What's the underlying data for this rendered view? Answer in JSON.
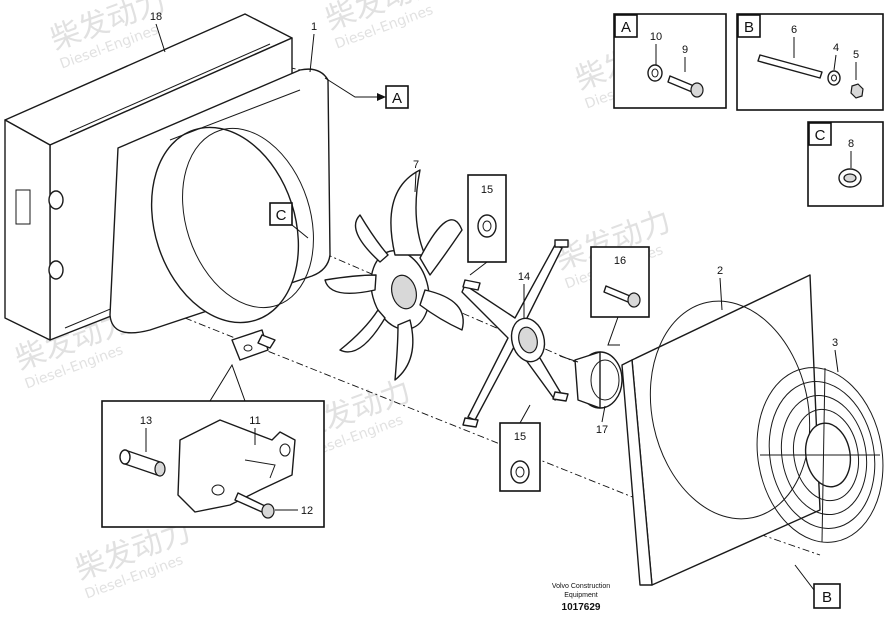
{
  "watermark": {
    "brand_cn": "柴发动力",
    "brand_en": "Diesel-Engines"
  },
  "callouts": {
    "n1": "1",
    "n2": "2",
    "n3": "3",
    "n4": "4",
    "n5": "5",
    "n6": "6",
    "n7": "7",
    "n8": "8",
    "n9": "9",
    "n10": "10",
    "n11": "11",
    "n12": "12",
    "n13": "13",
    "n14": "14",
    "n15a": "15",
    "n15b": "15",
    "n16": "16",
    "n17": "17",
    "n18": "18"
  },
  "detail_letters": {
    "a_main": "A",
    "b_main": "B",
    "c_main": "C",
    "a_box": "A",
    "b_box": "B",
    "c_box": "C"
  },
  "footer": {
    "line1": "Volvo Construction",
    "line2": "Equipment",
    "drawing_number": "1017629"
  }
}
